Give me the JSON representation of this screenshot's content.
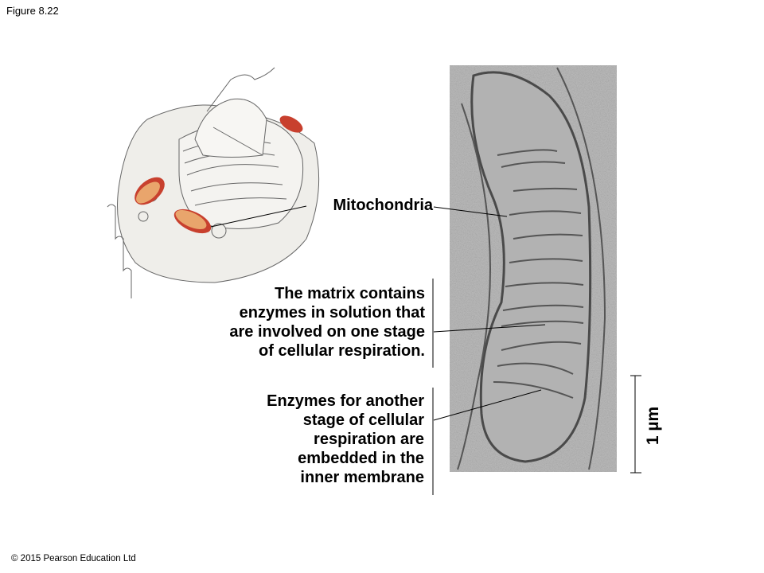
{
  "figure_label": "Figure 8.22",
  "labels": {
    "mitochondria": "Mitochondria",
    "matrix": [
      "The matrix contains",
      "enzymes in solution that",
      "are involved on one stage",
      "of cellular respiration."
    ],
    "enzymes": [
      "Enzymes for another",
      "stage of cellular",
      "respiration are",
      "embedded in the",
      "inner membrane"
    ]
  },
  "scale_bar": "1 µm",
  "copyright": "© 2015 Pearson Education Ltd",
  "colors": {
    "mito_outer": "#c8402e",
    "mito_inner": "#e9a56c",
    "cell_fill": "#efeeea",
    "micrograph": "#b9b9b9"
  }
}
